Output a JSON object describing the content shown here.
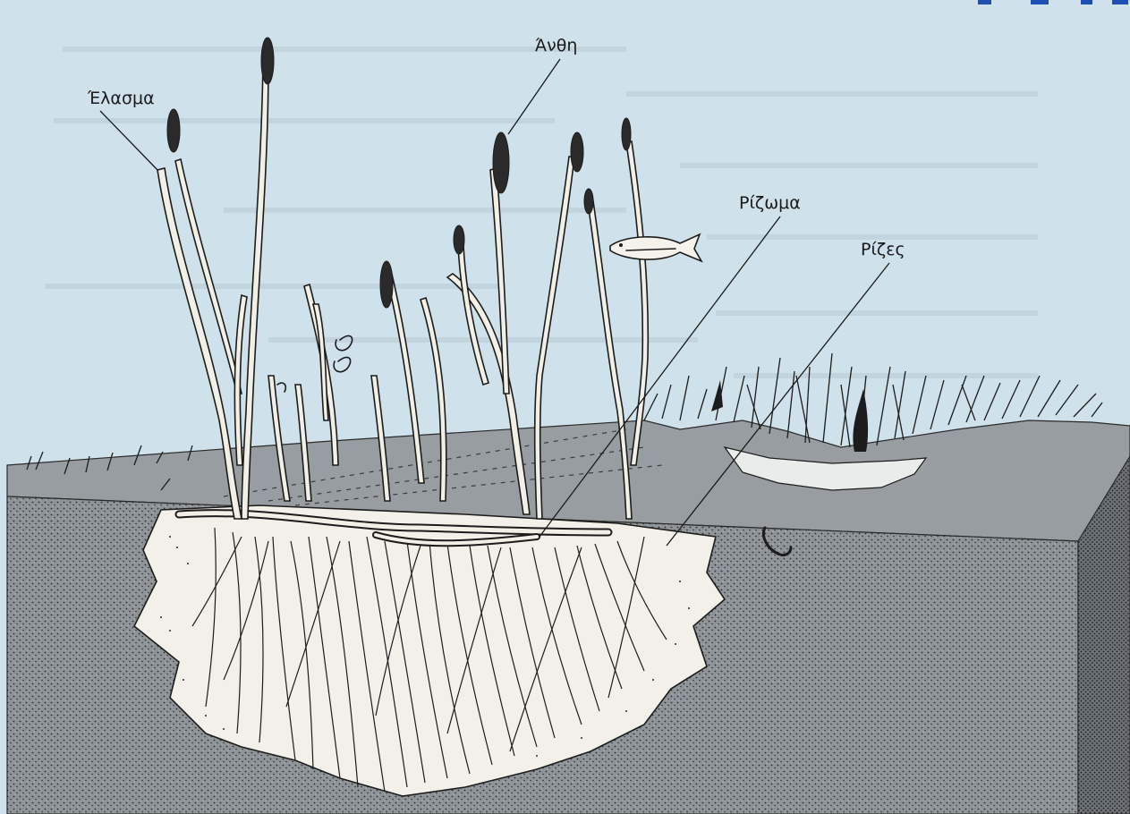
{
  "labels": {
    "lamina": "Έλασμα",
    "flowers": "Άνθη",
    "rhizome": "Ρίζωμα",
    "roots": "Ρίζες"
  },
  "colors": {
    "water": "#cfe1ea",
    "sediment_surface": "#979da0",
    "sediment_body": "#8e9498",
    "cut_face": "#f2f0e8",
    "ink": "#1c1c1c",
    "heading_accent": "#1f4fb4"
  },
  "icons": {
    "plant": "seagrass-plant-icon",
    "fish": "fish-icon"
  }
}
